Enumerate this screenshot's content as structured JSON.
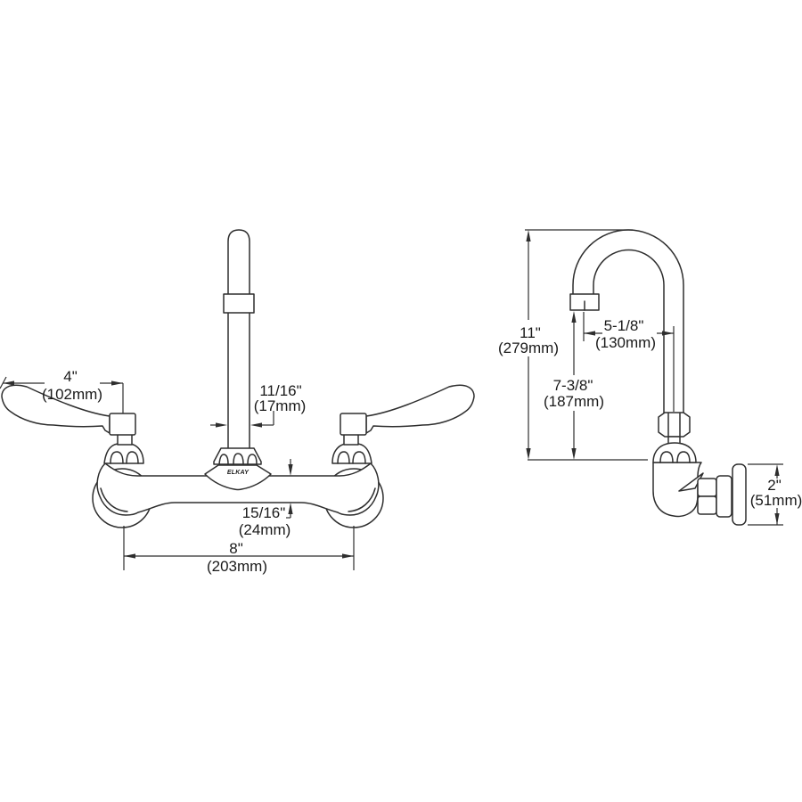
{
  "drawing": {
    "brand": "ELKAY",
    "views": {
      "front": {
        "title": "front-elevation",
        "dims": {
          "handle_length": {
            "in": "4\"",
            "mm": "(102mm)"
          },
          "spout_diameter": {
            "in": "11/16\"",
            "mm": "(17mm)"
          },
          "body_thickness": {
            "in": "15/16\"",
            "mm": "(24mm)"
          },
          "centers_spread": {
            "in": "8\"",
            "mm": "(203mm)"
          }
        }
      },
      "side": {
        "title": "side-elevation",
        "dims": {
          "overall_height": {
            "in": "11\"",
            "mm": "(279mm)"
          },
          "spout_reach": {
            "in": "5-1/8\"",
            "mm": "(130mm)"
          },
          "outlet_height": {
            "in": "7-3/8\"",
            "mm": "(187mm)"
          },
          "flange_size": {
            "in": "2\"",
            "mm": "(51mm)"
          }
        }
      }
    },
    "colors": {
      "line": "#2e2e2e",
      "background": "#ffffff",
      "text": "#1a1a1a"
    }
  }
}
